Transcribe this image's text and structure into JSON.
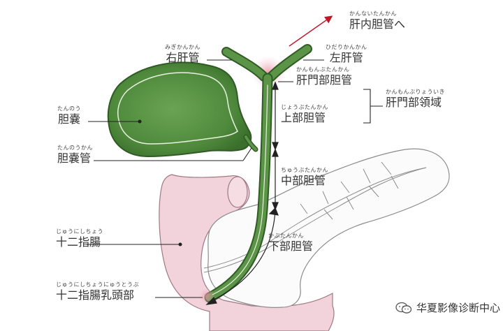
{
  "labels": {
    "intrahepatic": {
      "ruby": "かんないたんかん",
      "text": "肝内胆管へ"
    },
    "right_hepatic": {
      "ruby": "みぎかんかん",
      "text": "右肝管"
    },
    "left_hepatic": {
      "ruby": "ひだりかんかん",
      "text": "左肝管"
    },
    "hilar_duct": {
      "ruby": "かんもんぶたんかん",
      "text": "肝門部胆管"
    },
    "hilar_region": {
      "ruby": "かんもんぶりょういき",
      "text": "肝門部領域"
    },
    "gallbladder": {
      "ruby": "たんのう",
      "text": "胆嚢"
    },
    "upper_duct": {
      "ruby": "じょうぶたんかん",
      "text": "上部胆管"
    },
    "cystic_duct": {
      "ruby": "たんのうかん",
      "text": "胆嚢管"
    },
    "middle_duct": {
      "ruby": "ちゅうぶたんかん",
      "text": "中部胆管"
    },
    "duodenum": {
      "ruby": "じゅうにしちょう",
      "text": "十二指腸"
    },
    "lower_duct": {
      "ruby": "かぶたんかん",
      "text": "下部胆管"
    },
    "papilla": {
      "ruby": "じゅうにしちょうにゅうとうぶ",
      "text": "十二指腸乳頭部"
    }
  },
  "watermark": {
    "text": "华夏影像诊断中心",
    "icon": "wechat-icon"
  },
  "colors": {
    "duct_green": "#4e8a3a",
    "gallbladder_green": "#5b9446",
    "duodenum_pink": "#f2d3dc",
    "pancreas_white": "#fbfbfb",
    "arrow_red": "#c0182b"
  }
}
